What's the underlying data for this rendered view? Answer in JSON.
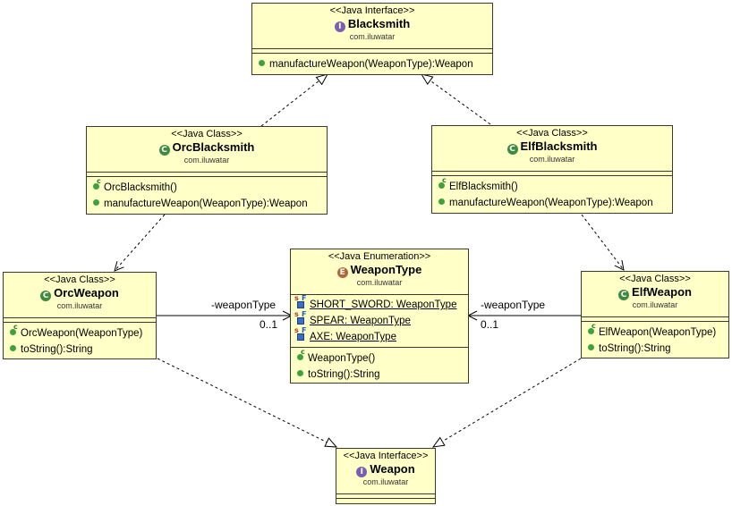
{
  "boxes": {
    "blacksmith": {
      "stereotype": "<<Java Interface>>",
      "kind_icon": "I",
      "name": "Blacksmith",
      "package": "com.iluwatar",
      "methods": [
        {
          "text": "manufactureWeapon(WeaponType):Weapon",
          "icon": "public-method-icon"
        }
      ]
    },
    "orcblacksmith": {
      "stereotype": "<<Java Class>>",
      "kind_icon": "C",
      "name": "OrcBlacksmith",
      "package": "com.iluwatar",
      "methods": [
        {
          "text": "OrcBlacksmith()",
          "icon": "constructor-icon"
        },
        {
          "text": "manufactureWeapon(WeaponType):Weapon",
          "icon": "public-method-icon"
        }
      ]
    },
    "elfblacksmith": {
      "stereotype": "<<Java Class>>",
      "kind_icon": "C",
      "name": "ElfBlacksmith",
      "package": "com.iluwatar",
      "methods": [
        {
          "text": "ElfBlacksmith()",
          "icon": "constructor-icon"
        },
        {
          "text": "manufactureWeapon(WeaponType):Weapon",
          "icon": "public-method-icon"
        }
      ]
    },
    "orcweapon": {
      "stereotype": "<<Java Class>>",
      "kind_icon": "C",
      "name": "OrcWeapon",
      "package": "com.iluwatar",
      "methods": [
        {
          "text": "OrcWeapon(WeaponType)",
          "icon": "constructor-icon"
        },
        {
          "text": "toString():String",
          "icon": "public-method-icon"
        }
      ]
    },
    "weapontype": {
      "stereotype": "<<Java Enumeration>>",
      "kind_icon": "E",
      "name": "WeaponType",
      "package": "com.iluwatar",
      "fields": [
        {
          "text": "SHORT_SWORD: WeaponType",
          "icon": "static-final-field-icon"
        },
        {
          "text": "SPEAR: WeaponType",
          "icon": "static-final-field-icon"
        },
        {
          "text": "AXE: WeaponType",
          "icon": "static-final-field-icon"
        }
      ],
      "methods": [
        {
          "text": "WeaponType()",
          "icon": "constructor-icon"
        },
        {
          "text": "toString():String",
          "icon": "public-method-icon"
        }
      ]
    },
    "elfweapon": {
      "stereotype": "<<Java Class>>",
      "kind_icon": "C",
      "name": "ElfWeapon",
      "package": "com.iluwatar",
      "methods": [
        {
          "text": "ElfWeapon(WeaponType)",
          "icon": "constructor-icon"
        },
        {
          "text": "toString():String",
          "icon": "public-method-icon"
        }
      ]
    },
    "weapon": {
      "stereotype": "<<Java Interface>>",
      "kind_icon": "I",
      "name": "Weapon",
      "package": "com.iluwatar"
    }
  },
  "associations": {
    "orc": {
      "role": "-weaponType",
      "multiplicity": "0..1"
    },
    "elf": {
      "role": "-weaponType",
      "multiplicity": "0..1"
    }
  },
  "colors": {
    "box_fill": "#ffffc8",
    "line": "#3a3a2a"
  }
}
